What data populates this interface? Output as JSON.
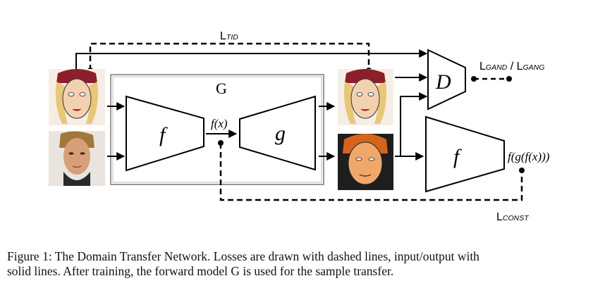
{
  "diagram": {
    "loss_tid_prefix": "L",
    "loss_tid_sub": "TID",
    "generator_label": "G",
    "encoder_f_label": "f",
    "decoder_g_label": "g",
    "fx_label": "f(x)",
    "discriminator_label": "D",
    "loss_gan_prefix_1": "L",
    "loss_gan_sub_1": "GAND",
    "loss_gan_sep": " / ",
    "loss_gan_prefix_2": "L",
    "loss_gan_sub_2": "GANG",
    "encoder_f2_label": "f",
    "fgfx_label": "f(g(f(x)))",
    "loss_const_prefix": "L",
    "loss_const_sub": "CONST"
  },
  "caption": {
    "line1": "Figure 1: The Domain Transfer Network. Losses are drawn with dashed lines, input/output with",
    "line2": "solid lines. After training, the forward model G is used for the sample transfer."
  }
}
